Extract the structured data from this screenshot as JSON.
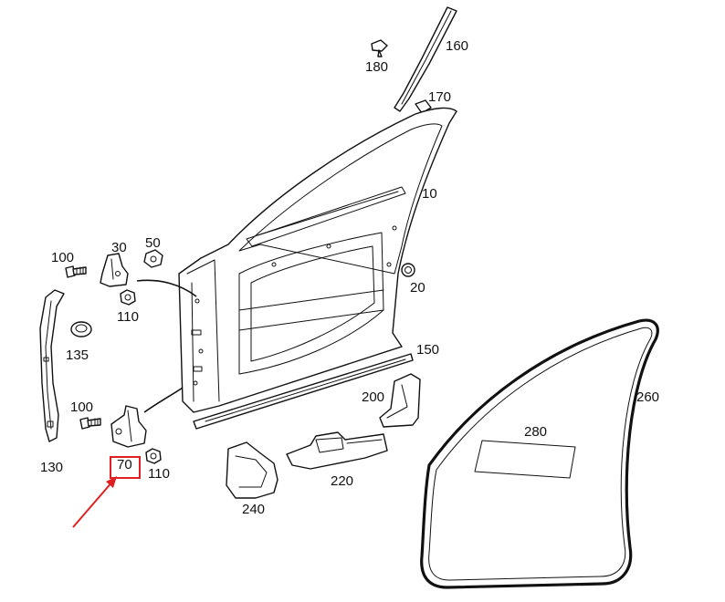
{
  "labels": {
    "p10": "10",
    "p20": "20",
    "p30": "30",
    "p50": "50",
    "p70": "70",
    "p100a": "100",
    "p100b": "100",
    "p110a": "110",
    "p110b": "110",
    "p130": "130",
    "p135": "135",
    "p150": "150",
    "p160": "160",
    "p170": "170",
    "p180": "180",
    "p200": "200",
    "p220": "220",
    "p240": "240",
    "p260": "260",
    "p280": "280"
  },
  "colors": {
    "highlight": "#e02020",
    "line": "#111111",
    "background": "#ffffff"
  }
}
